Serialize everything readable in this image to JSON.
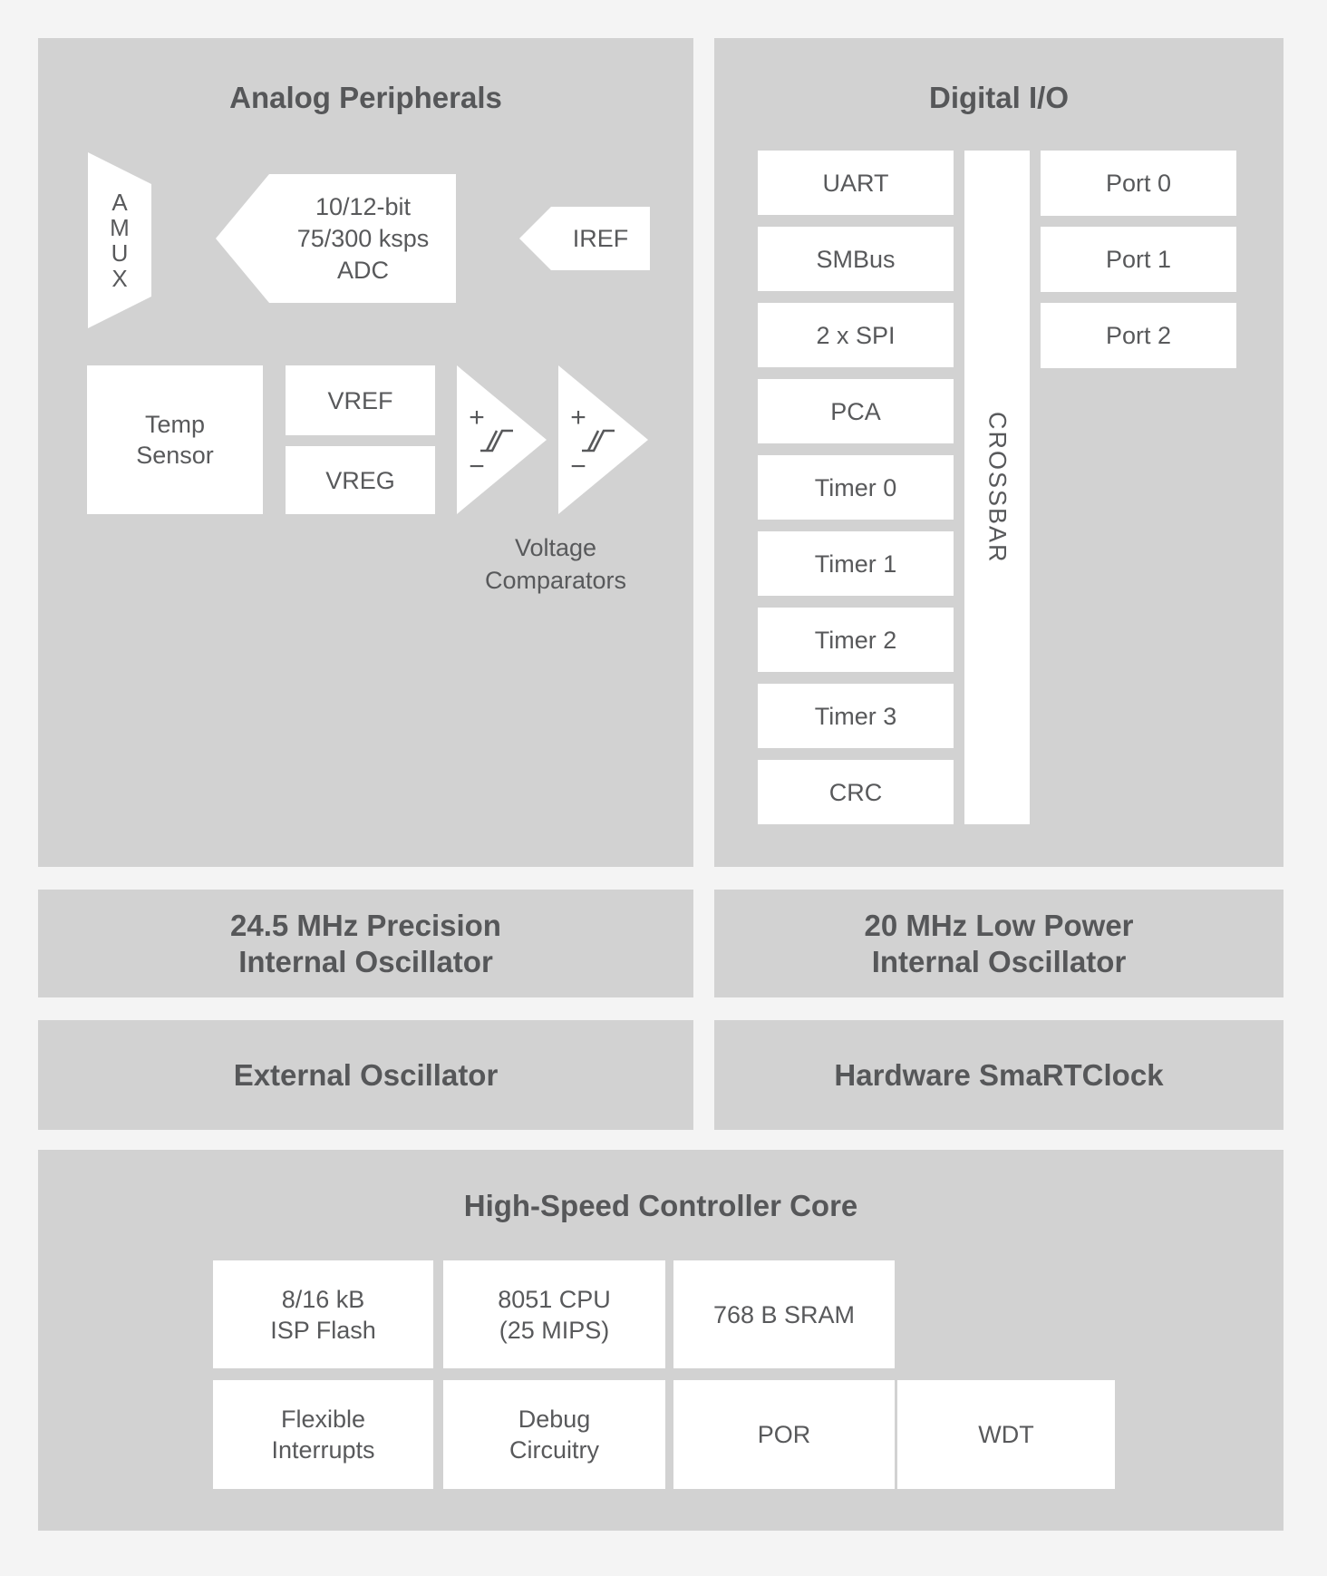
{
  "colors": {
    "background": "#f4f4f4",
    "panel_gray": "#d2d2d2",
    "box_white": "#ffffff",
    "text_gray": "#58595b"
  },
  "analog": {
    "title": "Analog Peripherals",
    "amux": [
      "A",
      "M",
      "U",
      "X"
    ],
    "adc_lines": [
      "10/12-bit",
      "75/300 ksps",
      "ADC"
    ],
    "iref": "IREF",
    "temp_sensor_lines": [
      "Temp",
      "Sensor"
    ],
    "vref": "VREF",
    "vreg": "VREG",
    "comparator_plus": "+",
    "comparator_minus": "−",
    "voltage_comparators_lines": [
      "Voltage",
      "Comparators"
    ]
  },
  "digital": {
    "title": "Digital I/O",
    "peripherals": [
      "UART",
      "SMBus",
      "2 x SPI",
      "PCA",
      "Timer 0",
      "Timer 1",
      "Timer 2",
      "Timer 3",
      "CRC"
    ],
    "crossbar": "CROSSBAR",
    "ports": [
      "Port 0",
      "Port 1",
      "Port 2"
    ]
  },
  "clocks": {
    "precision_osc_lines": [
      "24.5 MHz Precision",
      "Internal Oscillator"
    ],
    "low_power_osc_lines": [
      "20 MHz Low Power",
      "Internal Oscillator"
    ],
    "external_osc": "External Oscillator",
    "smartclock": "Hardware SmaRTClock"
  },
  "core": {
    "title": "High-Speed Controller Core",
    "flash_lines": [
      "8/16 kB",
      "ISP Flash"
    ],
    "cpu_lines": [
      "8051 CPU",
      "(25 MIPS)"
    ],
    "sram": "768 B SRAM",
    "interrupts_lines": [
      "Flexible",
      "Interrupts"
    ],
    "debug_lines": [
      "Debug",
      "Circuitry"
    ],
    "por": "POR",
    "wdt": "WDT"
  }
}
